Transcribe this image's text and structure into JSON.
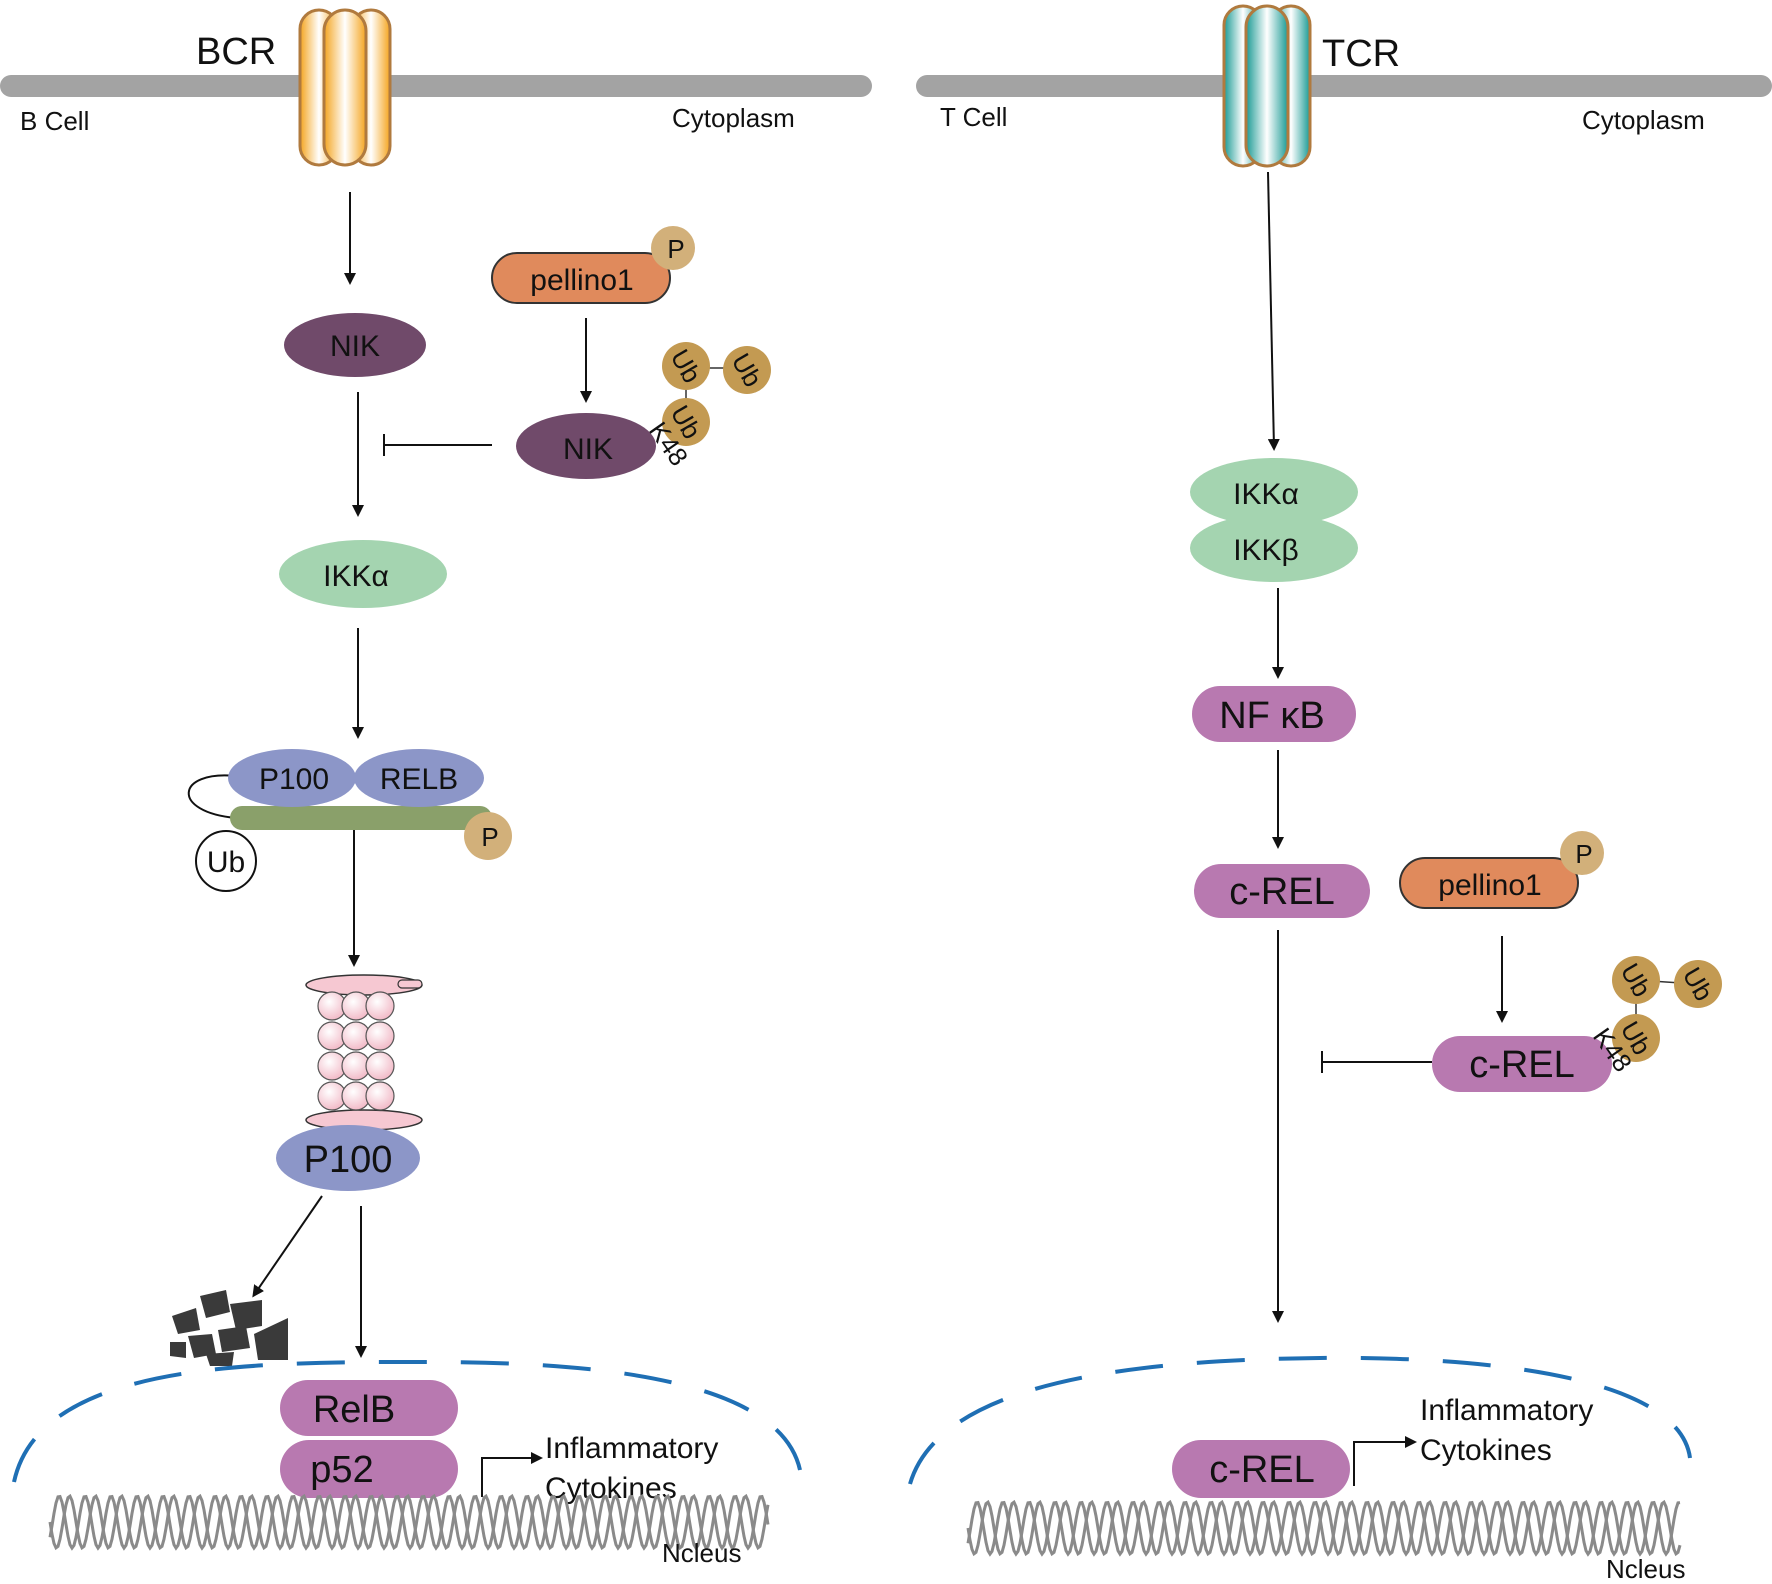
{
  "b_cell_panel": {
    "receptor": "BCR",
    "cell_label": "B Cell",
    "cytoplasm": "Cytoplasm",
    "nik": "NIK",
    "pellino": "pellino1",
    "phospho": "P",
    "nik_ub": "NIK",
    "k48": "K48",
    "ub": "Ub",
    "ikk_alpha": "IKKα",
    "p100": "P100",
    "relb_complex": "RELB",
    "ub_circle": "Ub",
    "p100_after": "P100",
    "relb_nuclear": "RelB",
    "p52": "p52",
    "cytokines_line1": "Inflammatory",
    "cytokines_line2": "Cytokines",
    "nucleus": "Ncleus"
  },
  "t_cell_panel": {
    "receptor": "TCR",
    "cell_label": "T Cell",
    "cytoplasm": "Cytoplasm",
    "ikk_alpha": "IKKα",
    "ikk_beta": "IKKβ",
    "nfkb": "NF κB",
    "crel": "c-REL",
    "pellino": "pellino1",
    "phospho": "P",
    "crel_ub": "c-REL",
    "k48": "K48",
    "ub": "Ub",
    "crel_nuclear": "c-REL",
    "cytokines_line1": "Inflammatory",
    "cytokines_line2": "Cytokines",
    "nucleus": "Ncleus"
  },
  "colors": {
    "membrane": "#a3a3a3",
    "bcr_orange": "#f4ad2e",
    "tcr_teal": "#1a9a94",
    "receptor_outline": "#b07a3e",
    "nik_purple": "#704a6a",
    "ikk_green": "#a4d4b0",
    "p100_blue": "#8c96c8",
    "relb_bar_green": "#8aa06a",
    "pink_nfkb": "#b879b0",
    "pellino_orange": "#e08a5c",
    "phospho_tan": "#d2b07a",
    "ub_gold": "#c39a52",
    "proteasome_pink": "#f6c8d2",
    "nucleus_blue": "#1f6fb4",
    "dna_gray": "#8a8a8a"
  }
}
